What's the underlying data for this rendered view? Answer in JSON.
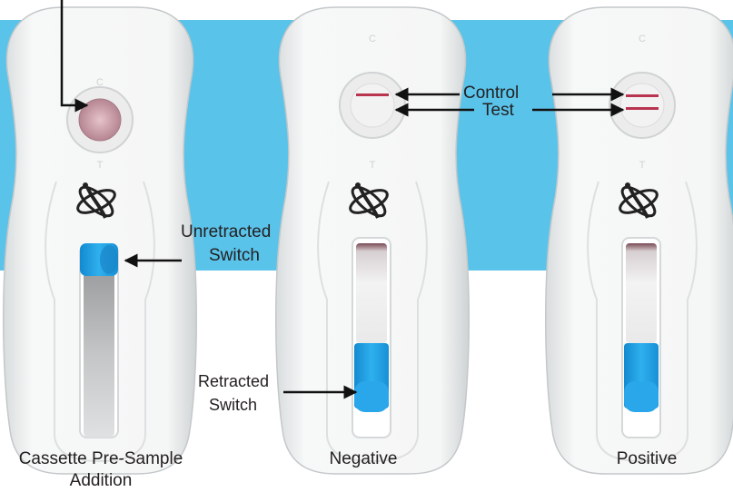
{
  "colors": {
    "band": "#5ac3ea",
    "cassette": "#f4f5f5",
    "switch": "#1f9fe0",
    "line": "#b8344f",
    "arrow": "#111111",
    "text": "#231f20"
  },
  "icons": {
    "logo": "atom-logo-icon",
    "arrows": "arrow-icon"
  },
  "cassettes": [
    {
      "caption_line1": "Cassette Pre-Sample",
      "caption_line2": "Addition",
      "window_state": "sample-pad",
      "switch_state": "unretracted"
    },
    {
      "caption_line1": "Negative",
      "window_state": "control-line-only",
      "switch_state": "retracted"
    },
    {
      "caption_line1": "Positive",
      "window_state": "control-and-test-lines",
      "switch_state": "retracted"
    }
  ],
  "callouts": {
    "control": "Control",
    "test": "Test",
    "unretracted_line1": "Unretracted",
    "unretracted_line2": "Switch",
    "retracted_line1": "Retracted",
    "retracted_line2": "Switch"
  },
  "cassette_letters": {
    "control": "C",
    "test": "T"
  }
}
